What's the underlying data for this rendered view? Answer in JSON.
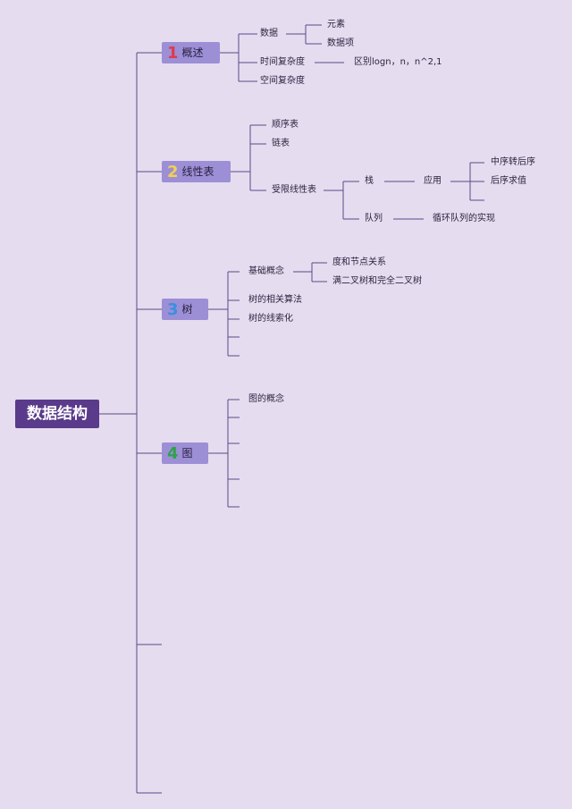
{
  "root": {
    "title": "数据结构"
  },
  "colors": {
    "num1": "#e03a4a",
    "num2": "#f4cf52",
    "num3": "#3b8fe0",
    "num4": "#2fa24a",
    "line": "#5b4a8a"
  },
  "sections": [
    {
      "num": "1",
      "title": "概述",
      "items": [
        "数据",
        "时间复杂度",
        "空间复杂度"
      ],
      "sub": {
        "data_children": [
          "元素",
          "数据项"
        ],
        "time_note": "区别logn，n，n^2,1"
      }
    },
    {
      "num": "2",
      "title": "线性表",
      "items": [
        "顺序表",
        "链表",
        "受限线性表"
      ],
      "sub": {
        "restricted": [
          "栈",
          "队列"
        ],
        "stack_app": "应用",
        "app_children": [
          "中序转后序",
          "后序求值"
        ],
        "queue_note": "循环队列的实现"
      }
    },
    {
      "num": "3",
      "title": "树",
      "items": [
        "基础概念",
        "树的相关算法",
        "树的线索化"
      ],
      "sub": {
        "basic_children": [
          "度和节点关系",
          "满二叉树和完全二叉树"
        ]
      }
    },
    {
      "num": "4",
      "title": "图",
      "items": [
        "图的概念"
      ]
    }
  ]
}
